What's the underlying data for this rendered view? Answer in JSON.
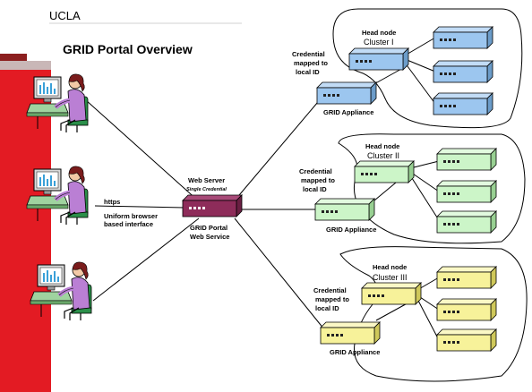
{
  "header": {
    "org": "UCLA",
    "title": "GRID Portal Overview"
  },
  "colors": {
    "red_bar": "#e31b23",
    "dark_red": "#8c1f1f",
    "portal_box": "#8e2c5a",
    "cluster_blue": "#9cc6ef",
    "cluster_green": "#ccf5c8",
    "cluster_yellow": "#f7f29a",
    "user_shirt": "#ba7fd4"
  },
  "portal": {
    "title": "Web Server",
    "subtitle": "Single Credential",
    "caption_line1": "GRID Portal",
    "caption_line2": "Web Service"
  },
  "protocol": {
    "label": "https",
    "desc_line1": "Uniform browser",
    "desc_line2": "based interface"
  },
  "users": [
    {
      "icon": "user-at-computer-icon"
    },
    {
      "icon": "user-at-computer-icon"
    },
    {
      "icon": "user-at-computer-icon"
    }
  ],
  "clusters": [
    {
      "head_label": "Head node",
      "name": "Cluster I",
      "color": "#9cc6ef",
      "credential": [
        "Credential",
        "mapped to",
        "local ID"
      ],
      "appliance": "GRID Appliance"
    },
    {
      "head_label": "Head node",
      "name": "Cluster II",
      "color": "#ccf5c8",
      "credential": [
        "Credential",
        "mapped to",
        "local ID"
      ],
      "appliance": "GRID Appliance"
    },
    {
      "head_label": "Head node",
      "name": "Cluster III",
      "color": "#f7f29a",
      "credential": [
        "Credential",
        "mapped to",
        "local ID"
      ],
      "appliance": "GRID Appliance"
    }
  ]
}
